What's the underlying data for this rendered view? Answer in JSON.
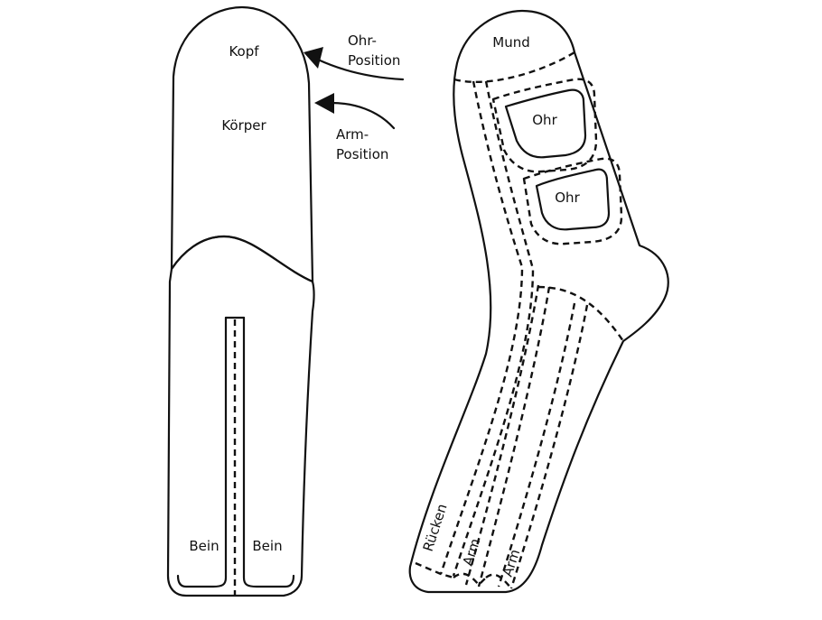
{
  "left_sock": {
    "labels": {
      "head": "Kopf",
      "body": "Körper",
      "leg_left": "Bein",
      "leg_right": "Bein"
    },
    "annotations": {
      "ear_position_line1": "Ohr-",
      "ear_position_line2": "Position",
      "arm_position_line1": "Arm-",
      "arm_position_line2": "Position"
    }
  },
  "right_sock": {
    "labels": {
      "mouth": "Mund",
      "ear_upper": "Ohr",
      "ear_lower": "Ohr",
      "back": "Rücken",
      "arm_left": "Arm",
      "arm_right": "Arm"
    }
  },
  "colors": {
    "line": "#111111",
    "background": "#ffffff"
  }
}
